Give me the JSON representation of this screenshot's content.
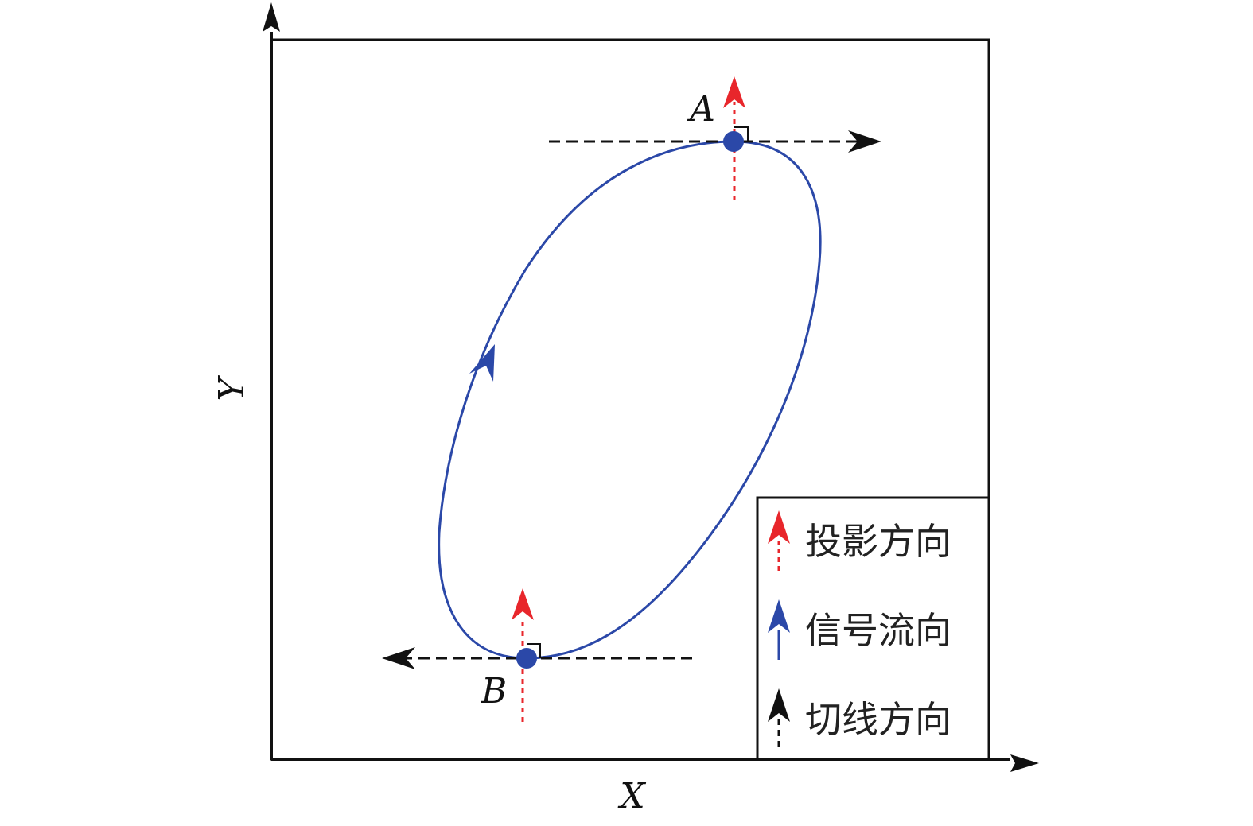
{
  "axes": {
    "x_label": "X",
    "y_label": "Y"
  },
  "points": {
    "a_label": "A",
    "b_label": "B"
  },
  "legend": {
    "items": [
      {
        "label": "投影方向",
        "color": "#e8262b"
      },
      {
        "label": "信号流向",
        "color": "#2b48a8"
      },
      {
        "label": "切线方向",
        "color": "#111111"
      }
    ]
  },
  "colors": {
    "ellipse": "#2b48a8",
    "projection": "#e8262b",
    "tangent": "#111111",
    "frame": "#111111"
  }
}
